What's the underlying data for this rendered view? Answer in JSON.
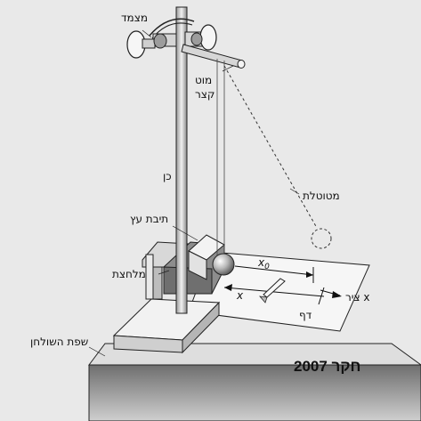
{
  "labels": {
    "clamp": "מצמד",
    "short_rod_line1": "מוט",
    "short_rod_line2": "קצר",
    "stand": "כן",
    "pendulum": "מטוטלת",
    "wood_box": "תיבת עץ",
    "clamp_press": "מלחצת",
    "table_edge": "שפת השולחן",
    "x0": "x",
    "x0_sub": "0",
    "x": "x",
    "x_axis": "ציר x",
    "page": "דף"
  },
  "caption": "חקר 2007",
  "colors": {
    "background": "#e9e9e9",
    "line": "#222222",
    "paper": "#f4f4f4",
    "table_top": "#dcdcdc",
    "table_front": "#9a9a9a"
  }
}
